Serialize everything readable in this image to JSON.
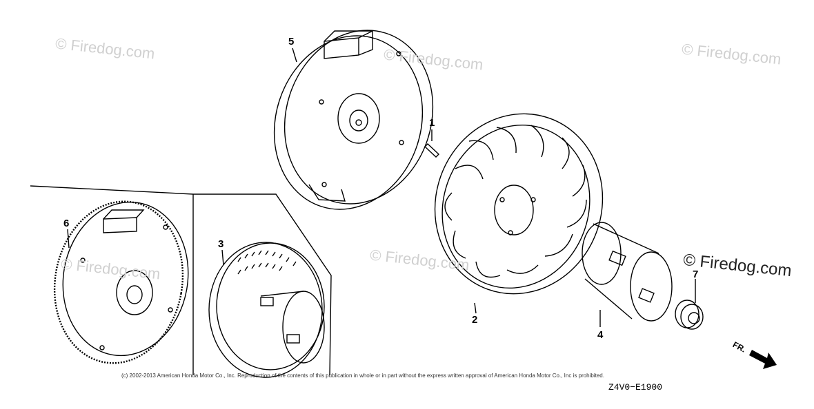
{
  "watermarks": {
    "w1": "© Firedog.com",
    "w2": "© Firedog.com",
    "w3": "© Firedog.com",
    "w4": "© Firedog.com",
    "w5": "© Firedog.com",
    "w6": "© Firedog.com"
  },
  "callouts": {
    "c1": "1",
    "c2": "2",
    "c3": "3",
    "c4": "4",
    "c5": "5",
    "c6": "6",
    "c7": "7"
  },
  "copyright": "(c) 2002-2013 American Honda Motor Co., Inc. Reproduction of the contents of this publication in whole or in part without the express written approval of American Honda Motor Co., Inc is prohibited.",
  "diagram_code": "Z4V0−E1900",
  "direction_label": "FR."
}
